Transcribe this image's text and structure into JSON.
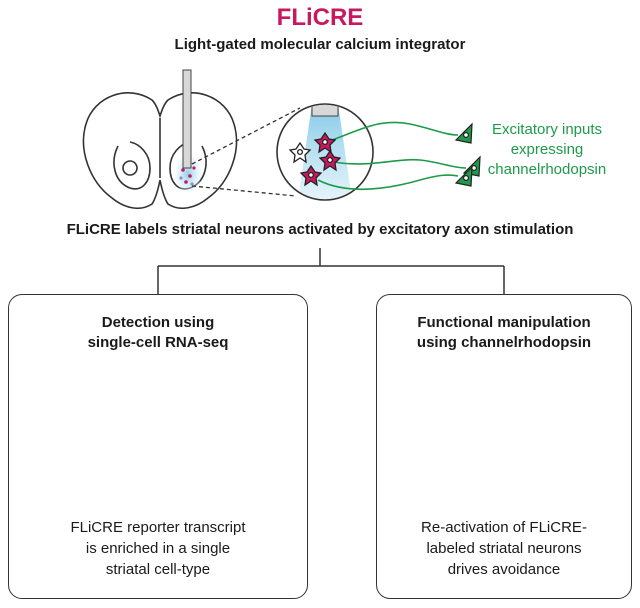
{
  "title": "FLiCRE",
  "subtitle": "Light-gated molecular calcium integrator",
  "inputs_label": [
    "Excitatory inputs",
    "expressing",
    "channelrhodopsin"
  ],
  "mid_caption": "FLiCRE labels striatal neurons activated by excitatory axon stimulation",
  "left_panel": {
    "heading": [
      "Detection using",
      "single-cell RNA-seq"
    ],
    "body": [
      "FLiCRE reporter transcript",
      "is enriched in a single",
      "striatal cell-type"
    ]
  },
  "right_panel": {
    "heading": [
      "Functional manipulation",
      "using channelrhodopsin"
    ],
    "body": [
      "Re-activation of FLiCRE-",
      "labeled striatal neurons",
      "drives avoidance"
    ]
  },
  "colors": {
    "title": "#c8185f",
    "magenta": "#c8185f",
    "green": "#1e9a4a",
    "light_blue": "#a9d9ee",
    "orange": "#e8961e",
    "outline": "#333333"
  },
  "icons": [
    "brain-slice-icon",
    "optical-fiber-icon",
    "zoom-circle-icon",
    "neuron-icon",
    "axon-input-icon",
    "tube-icon",
    "mouse-icon",
    "fiber-cable-icon"
  ]
}
